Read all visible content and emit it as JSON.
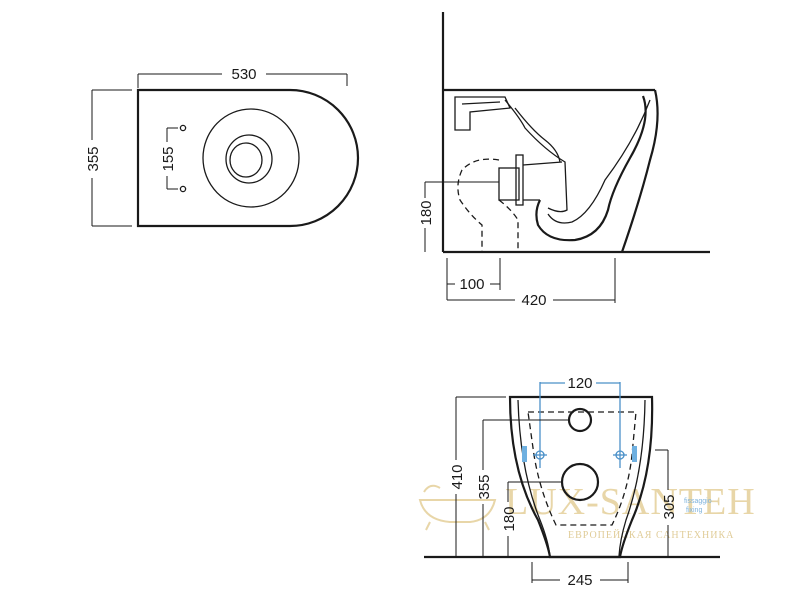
{
  "top_view": {
    "width_label": "530",
    "depth_label": "355",
    "fixing_label": "155"
  },
  "side_view": {
    "height_label": "180",
    "offset_label": "100",
    "depth_label": "420"
  },
  "front_view": {
    "fixing_span_label": "120",
    "total_height_label": "410",
    "height_355_label": "355",
    "height_180_label": "180",
    "height_305_label": "305",
    "base_width_label": "245",
    "fixing_note_line1": "fissaggio",
    "fixing_note_line2": "fixing"
  },
  "watermark": {
    "brand": "LUX-SANTEH",
    "tagline": "ЕВРОПЕЙСКАЯ САНТЕХНИКА"
  },
  "colors": {
    "line": "#1a1a1a",
    "fixing_blue": "#4a90c8",
    "watermark_gold": "#e8d6a8"
  }
}
